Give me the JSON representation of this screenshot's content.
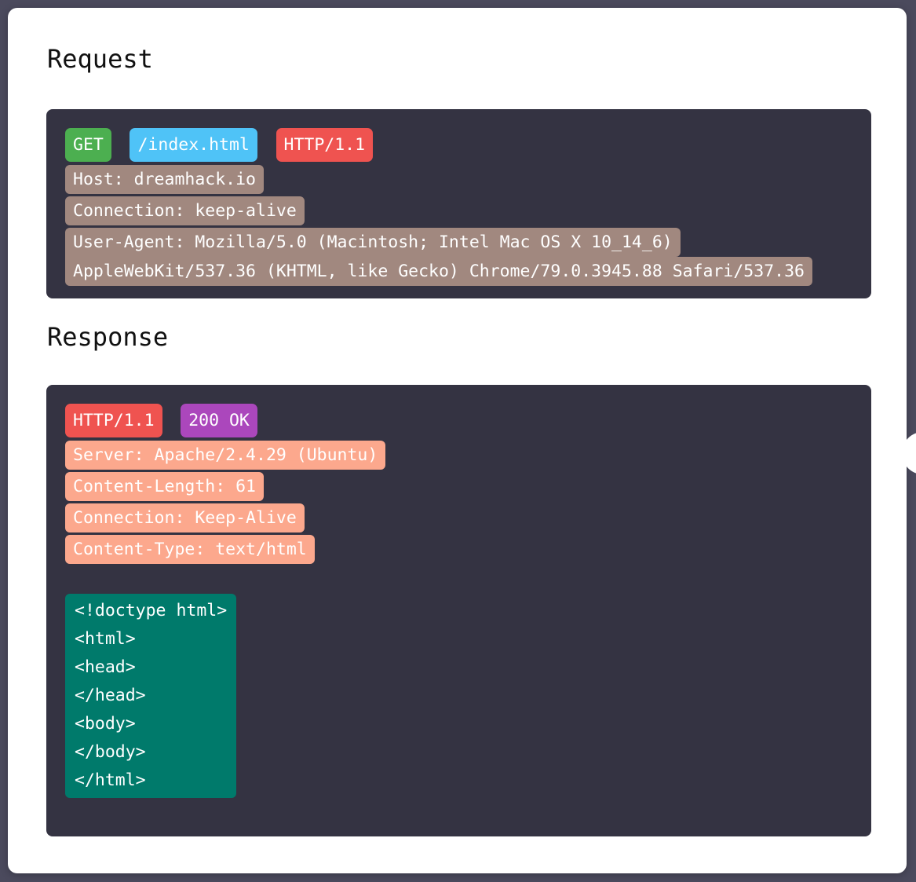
{
  "page": {
    "background_color": "#4b4a5d",
    "card_color": "#ffffff",
    "panel_color": "#343342"
  },
  "request": {
    "heading": "Request",
    "start_line": {
      "method": {
        "label": "GET",
        "color": "#4caf50"
      },
      "path": {
        "label": "/index.html",
        "color": "#4fc3f7"
      },
      "version": {
        "label": "HTTP/1.1",
        "color": "#ef5350"
      }
    },
    "header_badge_color": "#a1887f",
    "headers": [
      "Host: dreamhack.io",
      "Connection: keep-alive",
      "User-Agent: Mozilla/5.0 (Macintosh; Intel Mac OS X 10_14_6)",
      "AppleWebKit/537.36 (KHTML, like Gecko) Chrome/79.0.3945.88 Safari/537.36"
    ]
  },
  "response": {
    "heading": "Response",
    "status_line": {
      "version": {
        "label": "HTTP/1.1",
        "color": "#ef5350"
      },
      "status": {
        "label": "200 OK",
        "color": "#ab47bc"
      }
    },
    "header_badge_color": "#fca88d",
    "headers": [
      "Server: Apache/2.4.29 (Ubuntu)",
      "Content-Length: 61",
      "Connection: Keep-Alive",
      "Content-Type: text/html"
    ],
    "body": {
      "block_color": "#007a6b",
      "lines": [
        "<!doctype html>",
        "<html>",
        "<head>",
        "</head>",
        "<body>",
        "</body>",
        "</html>"
      ]
    }
  }
}
